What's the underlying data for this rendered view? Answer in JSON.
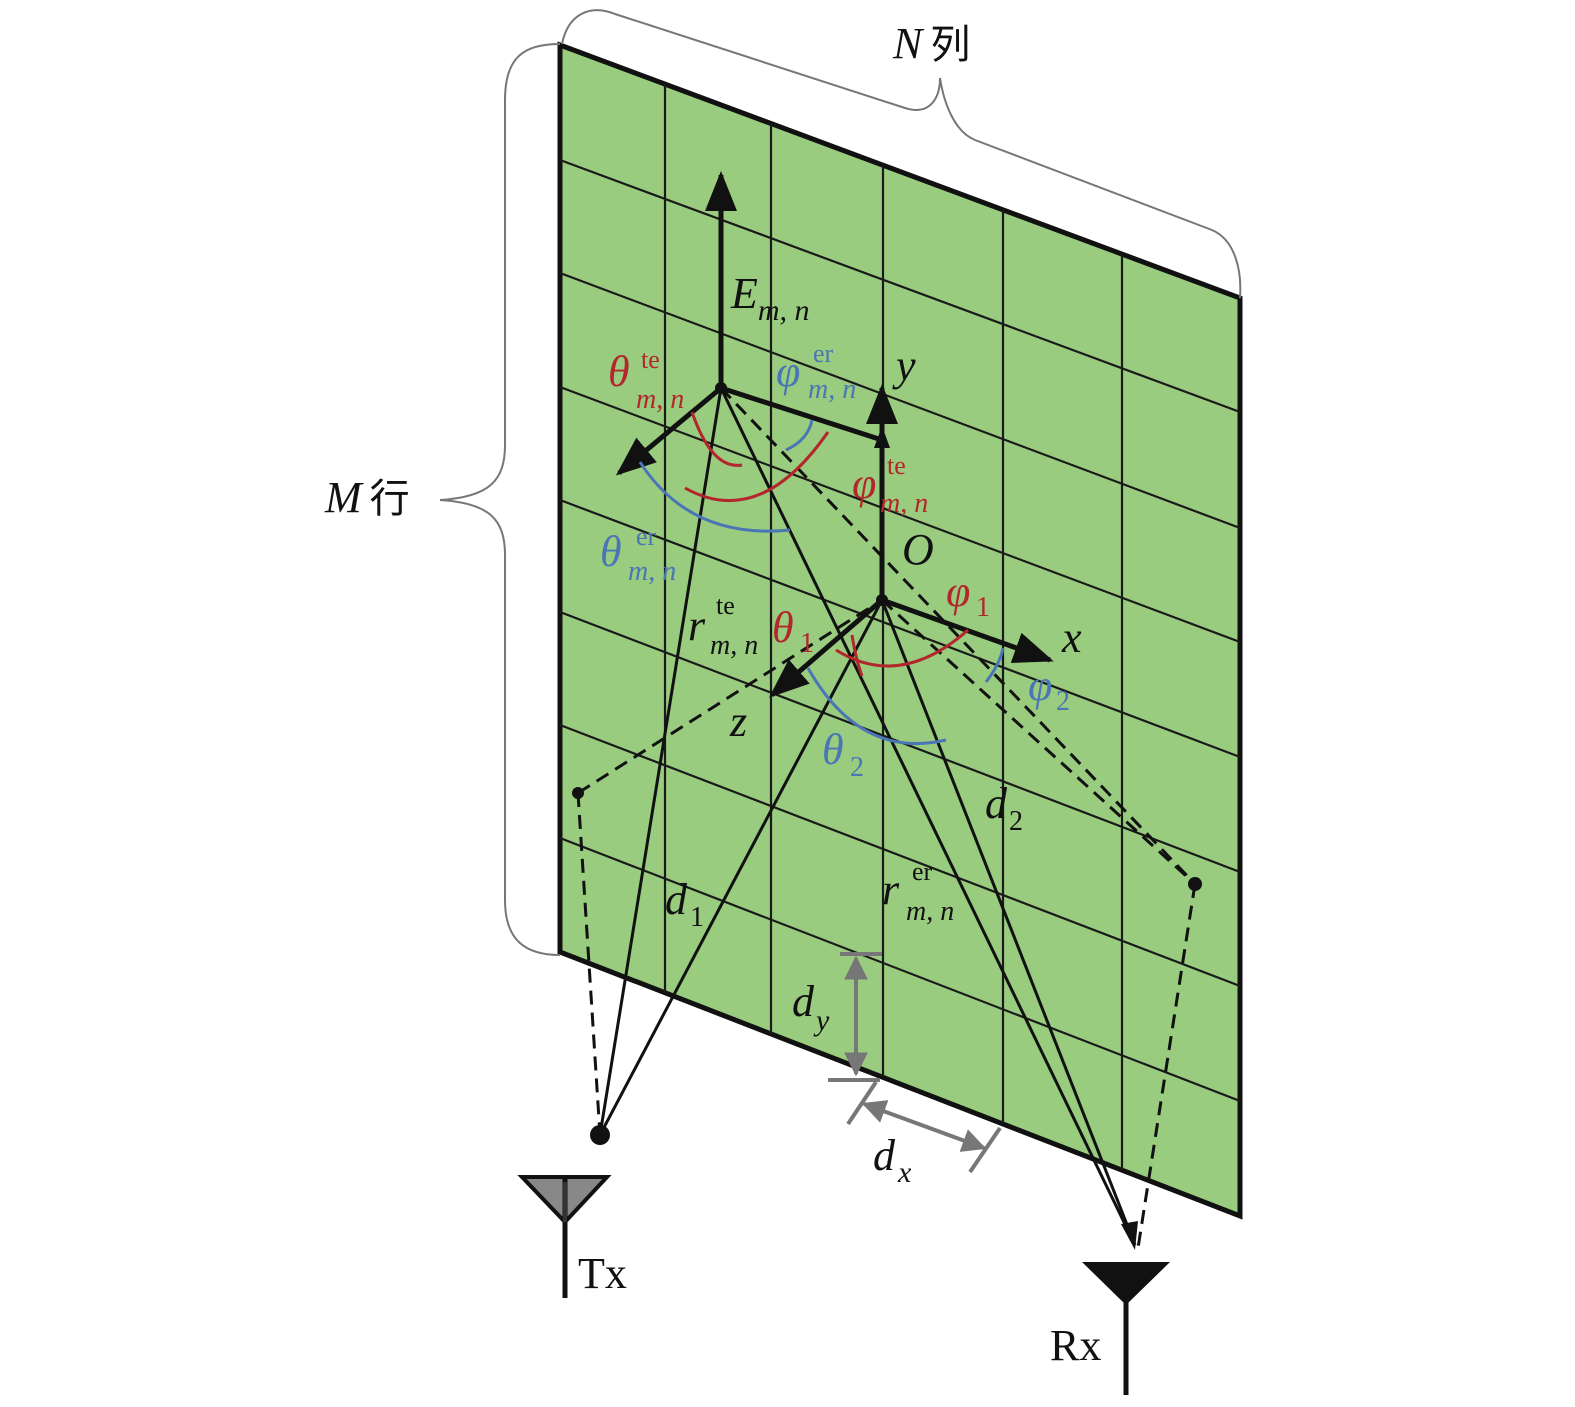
{
  "colors": {
    "panel_fill": "#99cc7f",
    "grid_line": "#1a1a1a",
    "ink": "#111111",
    "red": "#b3262b",
    "blue": "#4a76b5",
    "gray": "#777777"
  },
  "labels": {
    "n_cols": {
      "var": "N",
      "word": "列"
    },
    "m_rows": {
      "var": "M",
      "word": "行"
    },
    "field": {
      "base": "E",
      "sub": "m, n"
    },
    "axis_y": "y",
    "axis_x": "x",
    "axis_z": "z",
    "origin": "O",
    "theta_te": {
      "base": "θ",
      "sup": "te",
      "sub": "m, n"
    },
    "phi_er": {
      "base": "φ",
      "sup": "er",
      "sub": "m, n"
    },
    "phi_te": {
      "base": "φ",
      "sup": "te",
      "sub": "m, n"
    },
    "theta_er": {
      "base": "θ",
      "sup": "er",
      "sub": "m, n"
    },
    "r_te": {
      "base": "r",
      "sup": "te",
      "sub": "m, n"
    },
    "r_er": {
      "base": "r",
      "sup": "er",
      "sub": "m, n"
    },
    "theta1": {
      "base": "θ",
      "sub": "1"
    },
    "phi1": {
      "base": "φ",
      "sub": "1"
    },
    "phi2": {
      "base": "φ",
      "sub": "2"
    },
    "theta2": {
      "base": "θ",
      "sub": "2"
    },
    "d1": {
      "base": "d",
      "sub": "1"
    },
    "d2": {
      "base": "d",
      "sub": "2"
    },
    "dy": {
      "base": "d",
      "sub": "y"
    },
    "dx": {
      "base": "d",
      "sub": "x"
    },
    "tx": "Tx",
    "rx": "Rx"
  },
  "icons": {
    "tx_antenna": "tx-antenna-icon",
    "rx_antenna": "rx-antenna-icon"
  }
}
